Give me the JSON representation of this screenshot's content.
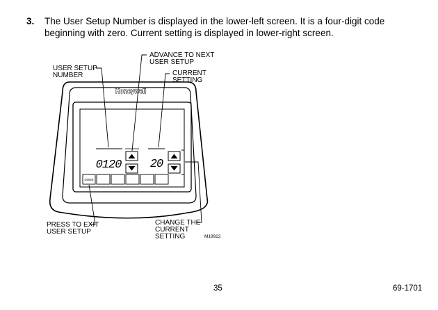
{
  "step": {
    "number": "3.",
    "text": "The User Setup Number is displayed in the lower-left screen. It is a four-digit code beginning with zero. Current setting is displayed in lower-right screen."
  },
  "diagram": {
    "brand": "Honeywell",
    "setup_number": "0120",
    "current_value": "20",
    "done_label": "DONE",
    "figure_id": "M19922",
    "callouts": {
      "user_setup_line1": "USER SETUP",
      "user_setup_line2": "NUMBER",
      "advance_line1": "ADVANCE TO NEXT",
      "advance_line2": "USER SETUP",
      "current_line1": "CURRENT",
      "current_line2": "SETTING",
      "exit_line1": "PRESS TO EXIT",
      "exit_line2": "USER SETUP",
      "change_line1": "CHANGE THE",
      "change_line2": "CURRENT",
      "change_line3": "SETTING"
    }
  },
  "footer": {
    "page_number": "35",
    "document_number": "69-1701"
  }
}
